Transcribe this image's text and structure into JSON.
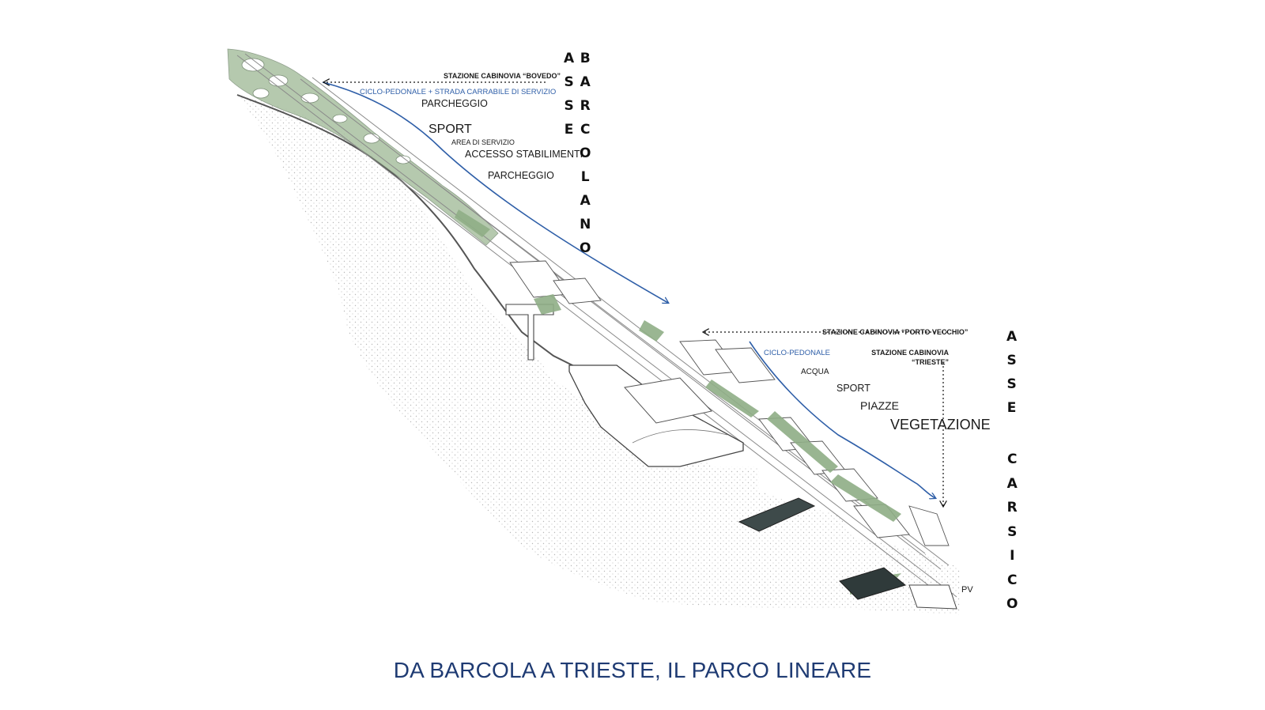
{
  "barcolano_axis": {
    "stazione_bovedo": "STAZIONE CABINOVIA “BOVEDO”",
    "ciclo_strada": "CICLO-PEDONALE + STRADA CARRABILE DI SERVIZIO",
    "parcheggio_top": "PARCHEGGIO",
    "sport": "SPORT",
    "area_servizio": "AREA DI SERVIZIO",
    "accesso_stabilimenti": "ACCESSO STABILIMENTI",
    "parcheggio_bottom": "PARCHEGGIO",
    "asse_letters": [
      "A",
      "S",
      "S",
      "E"
    ],
    "barcolano_letters": [
      "B",
      "A",
      "R",
      "C",
      "O",
      "L",
      "A",
      "N",
      "O"
    ]
  },
  "carsico_axis": {
    "stazione_porto_vecchio": "STAZIONE CABINOVIA “PORTO VECCHIO”",
    "ciclo_pedonale": "CICLO-PEDONALE",
    "stazione_trieste_line1": "STAZIONE CABINOVIA",
    "stazione_trieste_line2": "“TRIESTE”",
    "acqua": "ACQUA",
    "sport": "SPORT",
    "piazze": "PIAZZE",
    "vegetazione": "VEGETAZIONE",
    "pv": "PV",
    "asse_letters": [
      "A",
      "S",
      "S",
      "E"
    ],
    "carsico_letters": [
      "C",
      "A",
      "R",
      "S",
      "I",
      "C",
      "O"
    ]
  },
  "colors": {
    "route_blue": "#2f5fa8",
    "title_navy": "#1f3b73",
    "vegetation_green": "#9bb58f",
    "sea_stipple": "#bdbdbd"
  },
  "title": "DA BARCOLA A TRIESTE, IL PARCO LINEARE"
}
